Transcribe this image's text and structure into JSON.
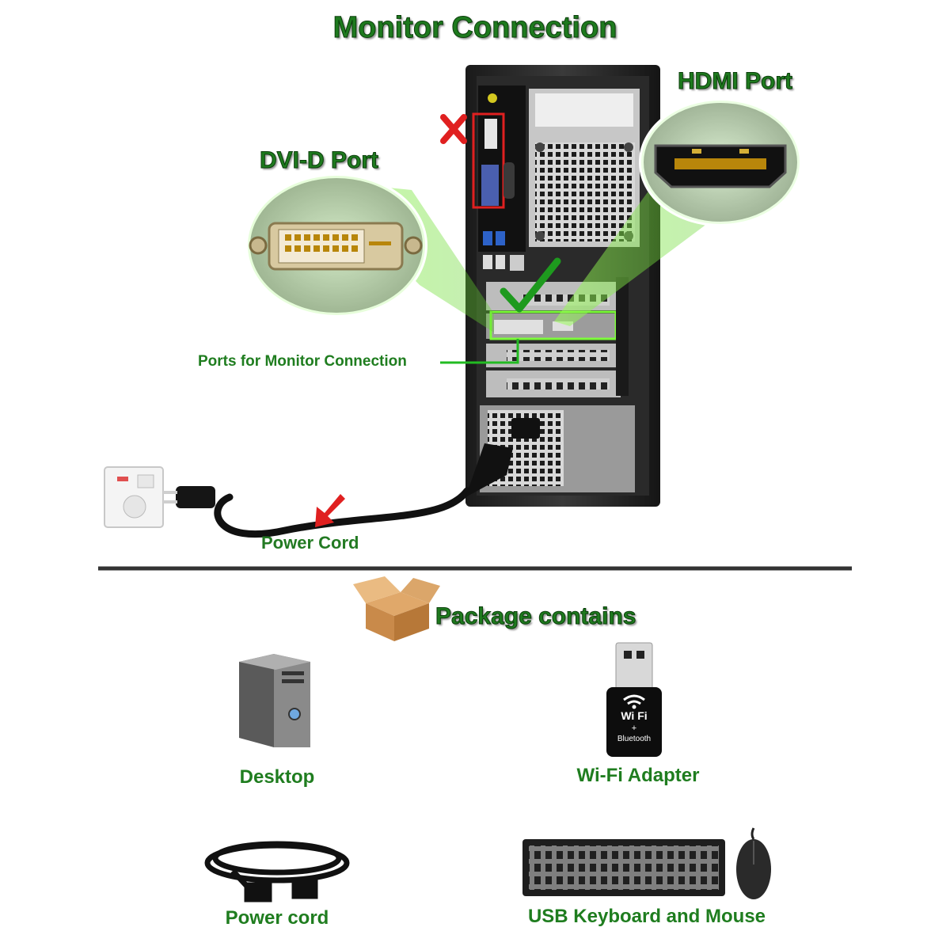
{
  "header": {
    "title": "Monitor Connection"
  },
  "diagram": {
    "hdmi_label": "HDMI Port",
    "dvi_label": "DVI-D Port",
    "ports_label": "Ports for Monitor Connection",
    "power_label": "Power Cord"
  },
  "package": {
    "title": "Package contains",
    "items": [
      {
        "label": "Desktop"
      },
      {
        "label": "Wi-Fi Adapter"
      },
      {
        "label": "Power cord"
      },
      {
        "label": "USB Keyboard and Mouse"
      }
    ],
    "adapter_text": {
      "wifi": "Wi Fi",
      "plus": "+",
      "bluetooth": "Bluetooth"
    }
  },
  "colors": {
    "accent": "#1e7a1e",
    "highlight": "#7cfc3a",
    "danger": "#e02020"
  }
}
